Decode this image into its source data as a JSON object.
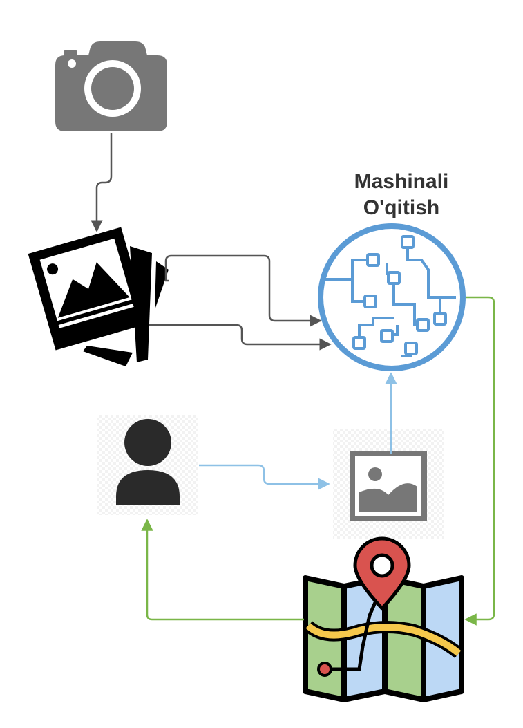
{
  "diagram": {
    "title_lines": [
      "Mashinali",
      "O'qitish"
    ],
    "nodes": [
      {
        "id": "camera",
        "icon": "camera-icon"
      },
      {
        "id": "photo-stack",
        "icon": "photo-stack-icon"
      },
      {
        "id": "machine-learning",
        "icon": "circuit-brain-icon"
      },
      {
        "id": "user",
        "icon": "user-icon"
      },
      {
        "id": "single-photo",
        "icon": "image-icon"
      },
      {
        "id": "map",
        "icon": "map-pin-icon"
      }
    ],
    "edges": [
      {
        "from": "camera",
        "to": "photo-stack"
      },
      {
        "from": "photo-stack",
        "to": "machine-learning"
      },
      {
        "from": "photo-stack",
        "to": "machine-learning"
      },
      {
        "from": "user",
        "to": "single-photo"
      },
      {
        "from": "single-photo",
        "to": "machine-learning"
      },
      {
        "from": "machine-learning",
        "to": "map"
      },
      {
        "from": "map",
        "to": "user"
      }
    ],
    "colors": {
      "gray_icon": "#777777",
      "black_icon": "#000000",
      "user_icon": "#2a2a2a",
      "gray_arrow": "#555555",
      "blue_arrow": "#8ec1e6",
      "green_arrow": "#7ab648",
      "ml_blue": "#5b9bd5",
      "title_text": "#333333"
    }
  }
}
